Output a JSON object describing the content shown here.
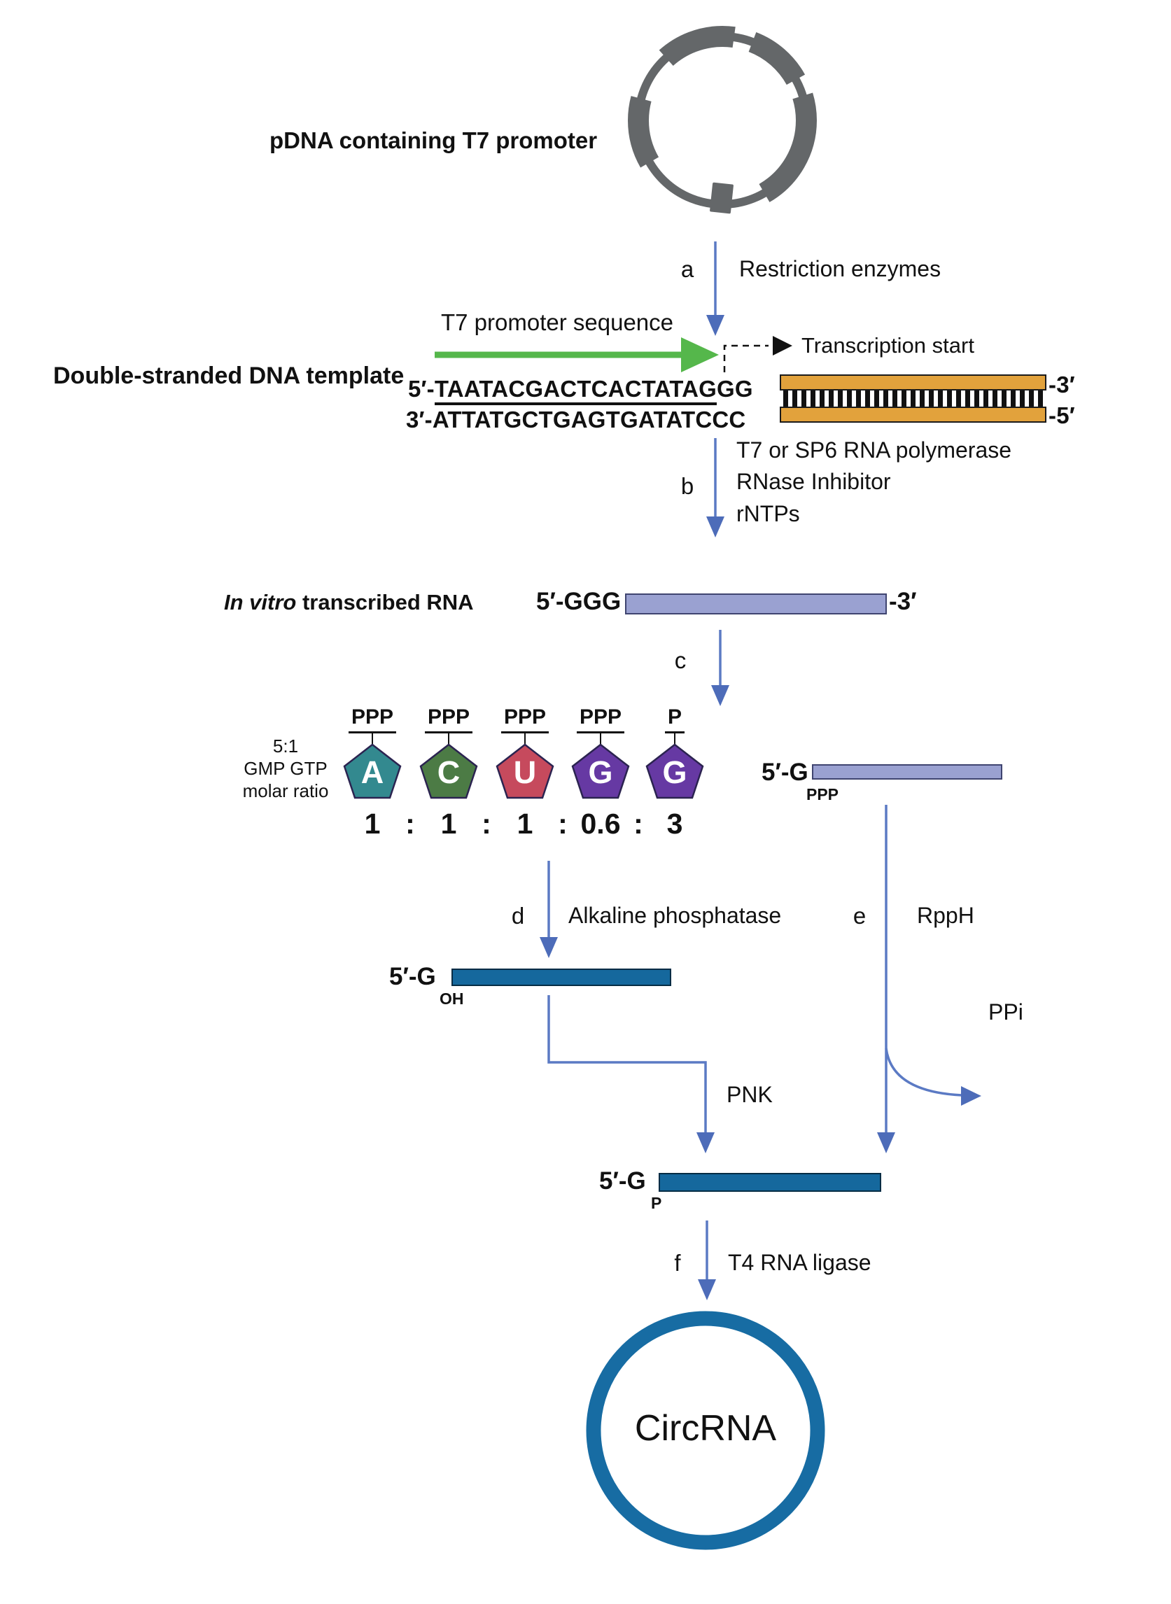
{
  "palette": {
    "arrow_blue": "#5B7AC4",
    "arrow_head_blue": "#4D6CB9",
    "green": "#55B74B",
    "ink": "#111111",
    "plasmid_gray": "#646769",
    "orange": "#E2A23C",
    "orange_border": "#1A1A1A",
    "lilac": "#9AA1D1",
    "lilac_border": "#3F4470",
    "steel_blue": "#15689D",
    "steel_border": "#052C44",
    "circ_blue": "#176CA3"
  },
  "plasmid": {
    "label": "pDNA containing T7 promoter"
  },
  "steps": {
    "a": {
      "letter": "a",
      "label": "Restriction enzymes"
    },
    "b": {
      "letter": "b",
      "line1": "T7 or SP6 RNA polymerase",
      "line2": "RNase Inhibitor",
      "line3": "rNTPs"
    },
    "c": {
      "letter": "c"
    },
    "d": {
      "letter": "d",
      "label": "Alkaline phosphatase"
    },
    "e": {
      "letter": "e",
      "label": "RppH",
      "byproduct": "PPi"
    },
    "f": {
      "letter": "f",
      "label": "T4 RNA ligase"
    },
    "pnk_label": "PNK"
  },
  "dna_template": {
    "promoter_arrow_label": "T7 promoter sequence",
    "transcription_start_label": "Transcription start",
    "label": "Double-stranded DNA template",
    "top_strand_prefix": "5′-",
    "top_strand_promoter": "TAATACGACTCACTATAG",
    "top_strand_suffix": "GG",
    "bottom_strand": "3′-ATTATGCTGAGTGATATCCC",
    "duplex_top_end": "-3′",
    "duplex_bottom_end": "-5′"
  },
  "ivt_rna": {
    "label_italic": "In vitro",
    "label_rest": " transcribed RNA",
    "five_prime": "5′-GGG",
    "three_prime": "-3′"
  },
  "ntp_mix": {
    "caption_line1": "5:1",
    "caption_line2": "GMP GTP",
    "caption_line3": "molar ratio",
    "separator": ":",
    "items": [
      {
        "base": "A",
        "phosphate": "PPP",
        "ratio": "1",
        "color": "#33898F"
      },
      {
        "base": "C",
        "phosphate": "PPP",
        "ratio": "1",
        "color": "#4C7B45"
      },
      {
        "base": "U",
        "phosphate": "PPP",
        "ratio": "1",
        "color": "#C64A5D"
      },
      {
        "base": "G",
        "phosphate": "PPP",
        "ratio": "0.6",
        "color": "#6639A3"
      },
      {
        "base": "G",
        "phosphate": "P",
        "ratio": "3",
        "color": "#6639A3"
      }
    ]
  },
  "constructs": {
    "g_ppp": {
      "prefix": "5′-G",
      "subscript": "PPP"
    },
    "g_oh": {
      "prefix": "5′-G",
      "subscript": "OH"
    },
    "g_p": {
      "prefix": "5′-G",
      "subscript": "P"
    }
  },
  "product": {
    "label": "CircRNA"
  }
}
